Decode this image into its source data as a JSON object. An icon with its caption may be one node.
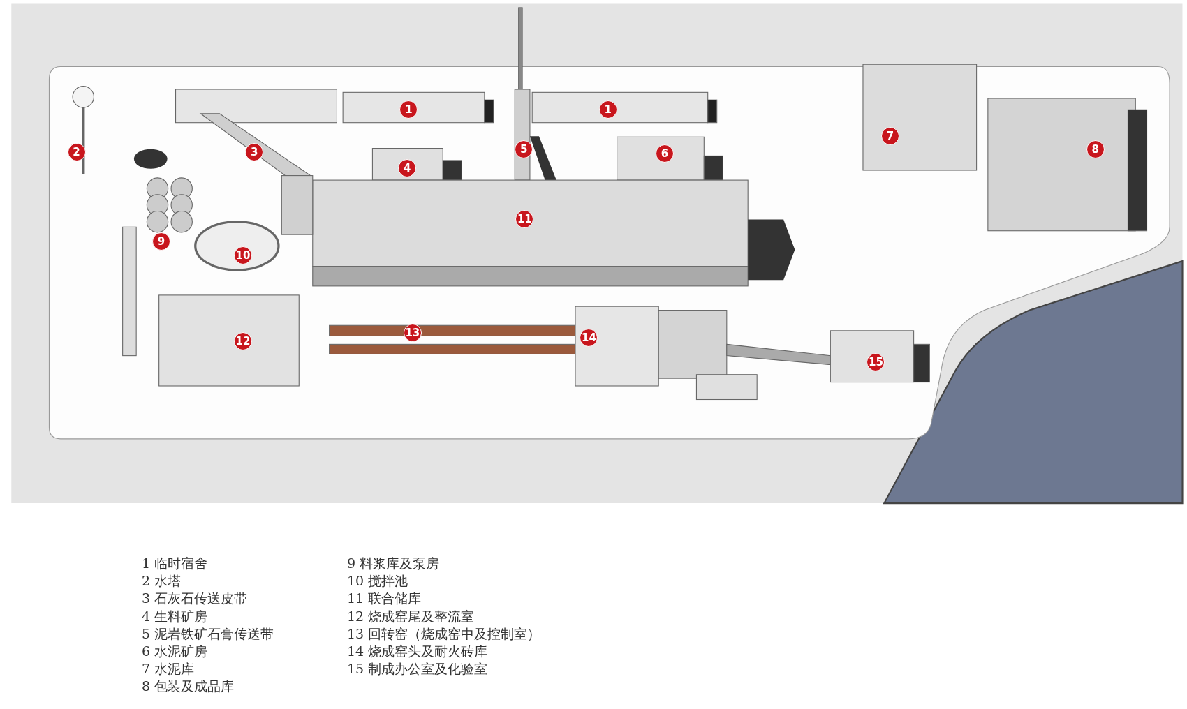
{
  "diagram": {
    "labels": [
      "1",
      "1",
      "2",
      "3",
      "5",
      "6",
      "7",
      "8",
      "4",
      "11",
      "9",
      "10",
      "13",
      "14",
      "12",
      "15",
      "1 临时宿舍",
      "2 水塔",
      "3 石灰石传送皮带",
      "4 生料矿房",
      "5 泥岩铁矿石膏传送带",
      "6 水泥矿房",
      "7 水泥库",
      "8 包装及成品库",
      "9 料浆库及泵房",
      "10 搅拌池",
      "11 联合储库",
      "12 烧成窑尾及整流室",
      "13 回转窑（烧成窑中及控制室）",
      "14 烧成窑头及耐火砖库",
      "15 制成办公室及化验室"
    ]
  }
}
